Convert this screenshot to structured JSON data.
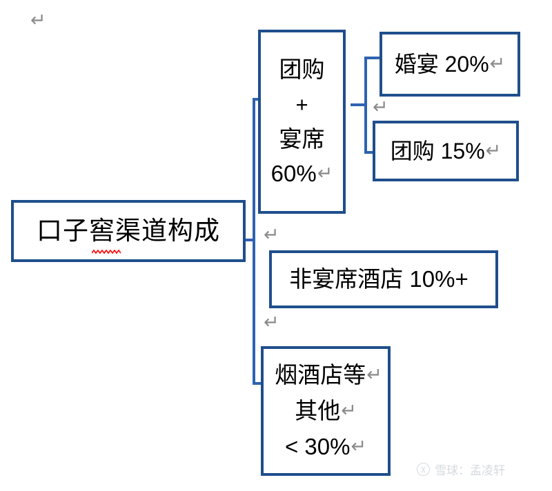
{
  "document": {
    "type": "word-processor-diagram",
    "background": "#ffffff",
    "box_border_color": "#1F4E8C",
    "connector_color": "#2E63B0",
    "pilcrow_color": "#8a8a8a",
    "spellcheck_underline_color": "#ff0000",
    "pilcrow_glyph": "↵"
  },
  "stray_marks": {
    "top_left_pilcrow": "↵",
    "between_right_boxes_pilcrow": "↵",
    "right_of_root_pilcrow": "↵",
    "below_hotel_pilcrow": "↵"
  },
  "diagram": {
    "root": {
      "label": "口子窖渠道构成",
      "has_spellcheck_underline": true
    },
    "branches": [
      {
        "name": "group-banquet",
        "lines": [
          "团购",
          "+",
          "宴席",
          "60%"
        ],
        "trailing_pilcrow_on_line": "60%",
        "children": [
          {
            "name": "wedding",
            "label": "婚宴 20%",
            "trailing_pilcrow": "↵"
          },
          {
            "name": "groupbuy",
            "label": "团购 15%",
            "trailing_pilcrow": "↵"
          }
        ]
      },
      {
        "name": "non-banquet-hotel",
        "lines": [
          "非宴席酒店 10%+"
        ],
        "children": []
      },
      {
        "name": "other-liquor-shops",
        "lines": [
          "烟酒店等",
          "其他",
          "< 30%"
        ],
        "line_pilcrows": [
          "↵",
          "↵",
          "↵"
        ],
        "children": []
      }
    ]
  },
  "watermark": {
    "logo_glyph": "χ",
    "text": "雪球：孟凌轩"
  }
}
